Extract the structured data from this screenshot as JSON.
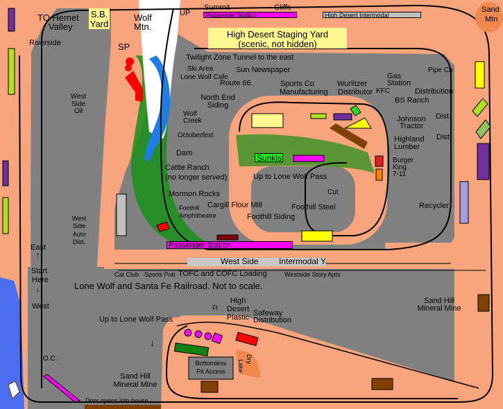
{
  "title": "Lone Wolf and Santa Fe Railroad.   Not to scale.",
  "colors": {
    "benchwork": "#f8a47c",
    "floor": "#808080",
    "track": "#000000",
    "water": "#1e7ee8",
    "scenery": "#108010",
    "snow": "#ffffff",
    "station": "#ff00ff",
    "yard_label": "#fff890"
  },
  "labels": {
    "to_hemet": "TO Hemet",
    "valley": "Valley",
    "sb_yard_1": "S.B.",
    "sb_yard_2": "Yard",
    "riverside": "Riverside",
    "sp": "SP",
    "wolf_mtn_1": "Wolf",
    "wolf_mtn_2": "Mtn.",
    "up": "UP",
    "summit": "Summit",
    "cliffs": "Cliffs",
    "passenger_station_top": "Passenger Station",
    "high_desert_intermodal": "High Desert Intermodal",
    "sand_mtn_1": "Sand",
    "sand_mtn_2": "Mtn",
    "staging_1": "High Desert Staging Yard",
    "staging_2": "(scenic, not hidden)",
    "twilight": "Twilight Zone Tunnel to the east",
    "ski_area": "Ski Area",
    "lone_wolf_cafe": "Lone Wolf Cafe",
    "west_side_oil_1": "West",
    "west_side_oil_2": "Side",
    "west_side_oil_3": "Oil",
    "sun_newspaper": "Sun Newspaper",
    "route66": "Route 66",
    "north_end_1": "North End",
    "north_end_2": "Siding",
    "sports_co_1": "Sports Co",
    "sports_co_2": "Manufacturing",
    "wurlitzer_1": "Wurlitzer",
    "wurlitzer_2": "Distributor",
    "kfc": "KFC",
    "gas_1": "Gas",
    "gas_2": "Station",
    "bs_ranch": "BS Ranch",
    "johnson_1": "Johnson",
    "johnson_2": "Tractor",
    "highland_1": "Highland",
    "highland_2": "Lumber",
    "pipe_co": "Pipe Co",
    "distribution": "Distribution",
    "dist_1": "Dist",
    "dist_2": "Dist",
    "wolf_creek_1": "Wolf",
    "wolf_creek_2": "Creek",
    "octoberfest": "Octoberfest",
    "dam": "Dam",
    "cattle_1": "Cattle Ranch",
    "cattle_2": "(no longer served)",
    "sunkist": "Sunkist",
    "up_lone_wolf_1": "Up to Lone Wolf Pass",
    "cut": "Cut",
    "burger_1": "Burger",
    "burger_2": "King",
    "seven_eleven": "7-11",
    "mormon_rocks": "Mormon Rocks",
    "foothill_amph_1": "Foothill",
    "foothill_amph_2": "Amphitheatre",
    "cargill": "Cargill Flour Mill",
    "foothill_siding": "Foothill Siding",
    "foothill_steel": "Foothill Steel",
    "recycler": "Recycler",
    "west_auto_1": "West",
    "west_auto_2": "Side",
    "west_auto_3": "Auto",
    "west_auto_4": "Dist.",
    "passenger_station": "Passenger Station",
    "west_side": "West Side",
    "intermodal_yard": "Intermodal Yard",
    "cat_club": "Cat Club",
    "sports_pub": "Sports Pub",
    "tofc": "TOFC  and COFC Loading",
    "westside_story": "Westside Story Apts",
    "east": "East",
    "start_1": "Start",
    "start_2": "Here",
    "west": "West",
    "up_lone_wolf_2": "Up to Lone Wolf Pass",
    "ft": "Ft",
    "hdp_1": "High",
    "hdp_2": "Desert",
    "hdp_3": "Plastic",
    "safeway_1": "Safeway",
    "safeway_2": "Distribution",
    "sand_hill_1a": "Sand Hill",
    "sand_hill_1b": "Mineral Mine",
    "sand_hill_2a": "Sand Hill",
    "sand_hill_2b": "Mineral Mine",
    "oc": "O.C.",
    "bottomless_1": "Bottomless",
    "bottomless_2": "Pit Access",
    "dry_lake_1": "Dry",
    "dry_lake_2": "Lake",
    "door": "Door opens into house"
  }
}
